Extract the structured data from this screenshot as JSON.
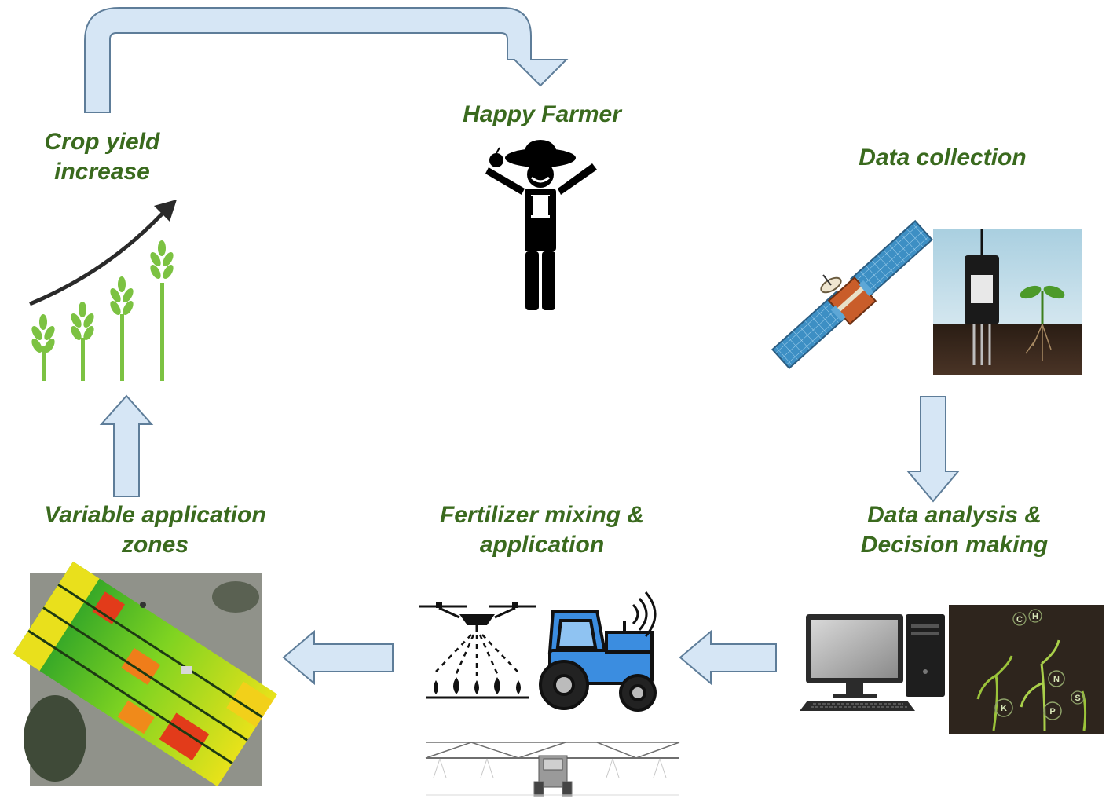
{
  "diagram": {
    "label_color": "#3a6a1e",
    "arrow_fill": "#d6e6f5",
    "arrow_stroke": "#5e7d99",
    "nodes": {
      "happy_farmer": {
        "lines": [
          "Happy Farmer"
        ],
        "icon": "farmer-icon"
      },
      "data_collection": {
        "lines": [
          "Data collection"
        ],
        "icon": "satellite-and-soil-sensor"
      },
      "data_analysis": {
        "lines": [
          "Data analysis &",
          "Decision making"
        ],
        "icon": "computer-and-seedlings"
      },
      "fertilizer": {
        "lines": [
          "Fertilizer mixing &",
          "application"
        ],
        "icon": "drone-tractor-sprayer"
      },
      "variable_zones": {
        "lines": [
          "Variable application",
          "zones"
        ],
        "icon": "field-zone-map"
      },
      "crop_yield": {
        "lines": [
          "Crop yield",
          "increase"
        ],
        "icon": "growing-wheat-icon"
      }
    },
    "seedling_labels": [
      "C",
      "H",
      "N",
      "K",
      "P",
      "S"
    ]
  }
}
